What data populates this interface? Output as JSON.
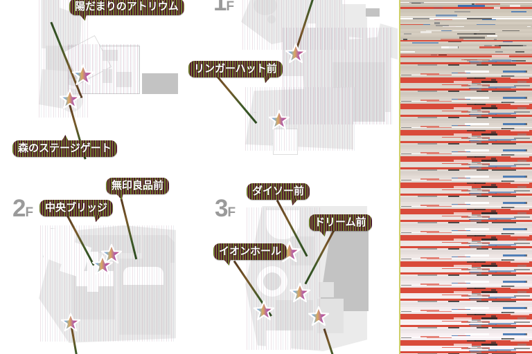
{
  "page": {
    "kind": "mall-floor-map",
    "background_color": "#ffffff"
  },
  "map": {
    "floors": [
      {
        "id": "1f",
        "label_num": "1",
        "label_suffix": "F"
      },
      {
        "id": "2f",
        "label_num": "2",
        "label_suffix": "F"
      },
      {
        "id": "3f",
        "label_num": "3",
        "label_suffix": "F"
      }
    ],
    "callouts": [
      {
        "id": "atrium",
        "label": "陽だまりのアトリウム"
      },
      {
        "id": "forest-gate",
        "label": "森のステージゲート"
      },
      {
        "id": "ringer-hut",
        "label": "リンガーハット前"
      },
      {
        "id": "central-bridge",
        "label": "中央ブリッジ"
      },
      {
        "id": "muji",
        "label": "無印良品前"
      },
      {
        "id": "daiso",
        "label": "ダイソー前"
      },
      {
        "id": "dream",
        "label": "ドリーム前"
      },
      {
        "id": "aeon-hall",
        "label": "イオンホール"
      }
    ],
    "marker_icon": "star-marker-icon",
    "colors": {
      "callout_stripe_a": "#6d7a2a",
      "callout_stripe_b": "#5a2133",
      "callout_text": "#ffffff",
      "floor_tag": "#9a9a9a",
      "plan_light": "#f2f2f2",
      "plan_mid": "#e2e2e2",
      "plan_dark": "#c3c3c3",
      "leader_line": "#54381f"
    }
  },
  "glitch_panel": {
    "name": "corrupted-scanline-region",
    "base_color": "#c9c2b4",
    "edge_color": "#cfd06a",
    "streak_colors": [
      "#d94a3a",
      "#2b2b2b",
      "#8d8d8d",
      "#ffffff",
      "#3a6fb0"
    ]
  }
}
